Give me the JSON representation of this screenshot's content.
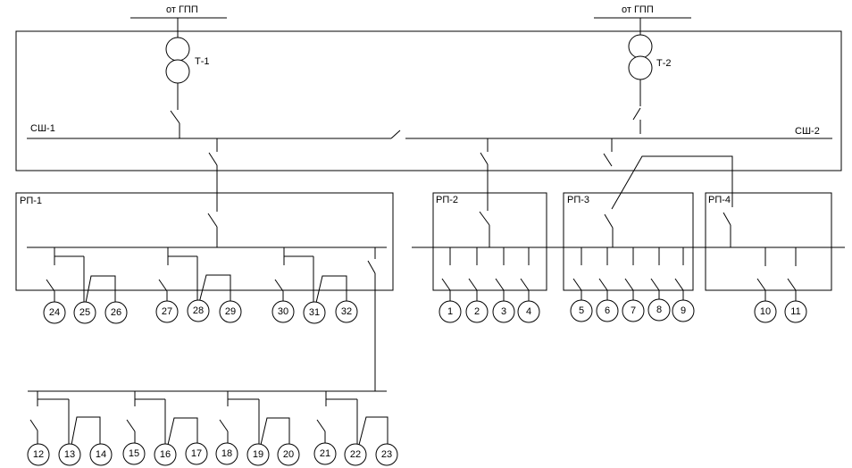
{
  "labels": {
    "source_left": "от ГПП",
    "source_right": "от ГПП",
    "t1": "Т-1",
    "t2": "Т-2",
    "bus1": "СШ-1",
    "bus2": "СШ-2",
    "rp1": "РП-1",
    "rp2": "РП-2",
    "rp3": "РП-3",
    "rp4": "РП-4"
  },
  "consumers": {
    "c1": "1",
    "c2": "2",
    "c3": "3",
    "c4": "4",
    "c5": "5",
    "c6": "6",
    "c7": "7",
    "c8": "8",
    "c9": "9",
    "c10": "10",
    "c11": "11",
    "c12": "12",
    "c13": "13",
    "c14": "14",
    "c15": "15",
    "c16": "16",
    "c17": "17",
    "c18": "18",
    "c19": "19",
    "c20": "20",
    "c21": "21",
    "c22": "22",
    "c23": "23",
    "c24": "24",
    "c25": "25",
    "c26": "26",
    "c27": "27",
    "c28": "28",
    "c29": "29",
    "c30": "30",
    "c31": "31",
    "c32": "32"
  }
}
